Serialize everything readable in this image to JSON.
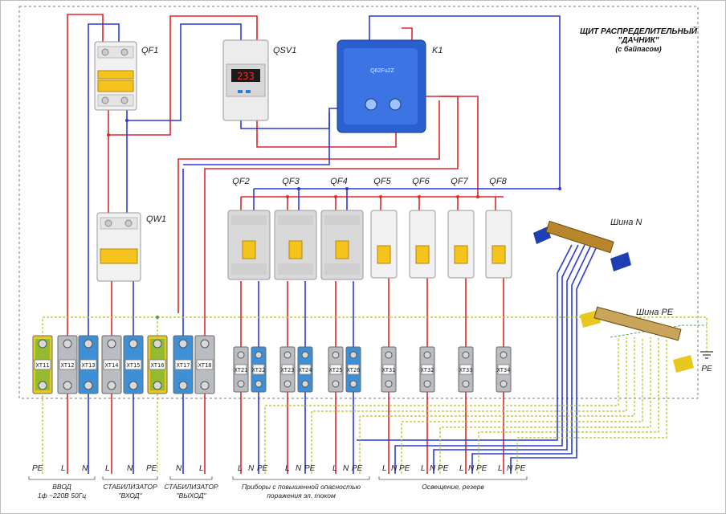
{
  "title": {
    "line1": "ЩИТ РАСПРЕДЕЛИТЕЛЬНЫЙ",
    "line2": "\"ДАЧНИК\"",
    "line3": "(с байпасом)"
  },
  "devices": {
    "qf1": "QF1",
    "qsv1": "QSV1",
    "k1": "K1",
    "qw1": "QW1",
    "qsv1_display": "233",
    "k1_model": "Q62Fu2Z",
    "breakers": [
      "QF2",
      "QF3",
      "QF4",
      "QF5",
      "QF6",
      "QF7",
      "QF8"
    ]
  },
  "buses": {
    "n": "Шина N",
    "pe": "Шина PE",
    "ground": "PE"
  },
  "terminals": [
    "XT11",
    "XT12",
    "XT13",
    "XT14",
    "XT15",
    "XT16",
    "XT17",
    "XT18",
    "XT21",
    "XT22",
    "XT23",
    "XT24",
    "XT25",
    "XT26",
    "XT31",
    "XT32",
    "XT33",
    "XT34"
  ],
  "bottom_labels": {
    "vvod": [
      "PE",
      "L",
      "N"
    ],
    "stab_in": [
      "L",
      "N",
      "PE"
    ],
    "stab_out": [
      "N",
      "L"
    ],
    "group1": [
      "L",
      "N",
      "PE"
    ],
    "group2": [
      "L",
      "N",
      "PE"
    ],
    "group3": [
      "L",
      "N",
      "PE"
    ],
    "light1": [
      "L",
      "N",
      "PE"
    ],
    "light2": [
      "L",
      "N",
      "PE"
    ],
    "light3": [
      "L",
      "N",
      "PE"
    ],
    "light4": [
      "L",
      "N",
      "PE"
    ]
  },
  "captions": {
    "vvod_1": "ВВОД",
    "vvod_2": "1ф ~220В 50Гц",
    "stab_in_1": "СТАБИЛИЗАТОР",
    "stab_in_2": "\"ВХОД\"",
    "stab_out_1": "СТАБИЛИЗАТОР",
    "stab_out_2": "\"ВЫХОД\"",
    "danger_1": "Приборы с повышенной опасностью",
    "danger_2": "поражения эл. током",
    "light": "Освещение, резерв"
  },
  "colors": {
    "phase": "#e0262a",
    "neutral": "#2a3bd6",
    "pe": "#b8c21a",
    "terminal_grey": "#b9bcc0",
    "terminal_blue": "#3d8fd6",
    "terminal_pe": "#e8c81e",
    "breaker_yellow": "#f6c21c"
  }
}
